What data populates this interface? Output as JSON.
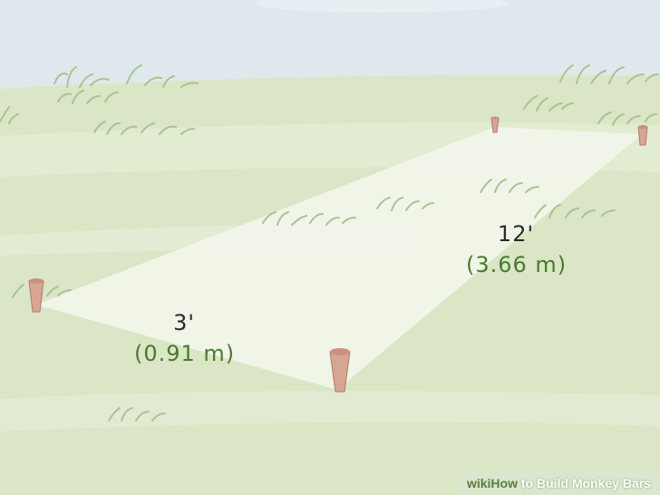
{
  "measurements": {
    "width_imperial": "3'",
    "width_metric": "(0.91  m)",
    "length_imperial": "12'",
    "length_metric": "(3.66  m)"
  },
  "watermark": {
    "brand_wiki": "wiki",
    "brand_how": "How",
    "title": " to Build Monkey Bars"
  },
  "colors": {
    "sky": "#dfe8ec",
    "grass": "#dde8c9",
    "marked_area": "#f0f5e8",
    "stake": "#d4a08e",
    "metric_text": "#4a7a2e"
  }
}
